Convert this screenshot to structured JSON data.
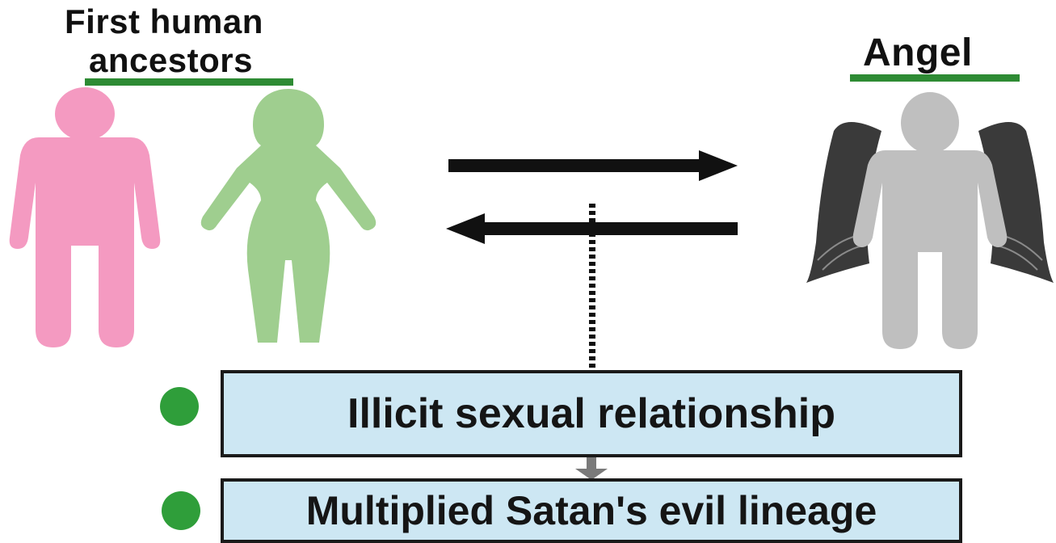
{
  "labels": {
    "human_line1": "First human",
    "human_line2": "ancestors",
    "angel": "Angel"
  },
  "boxes": [
    {
      "text": "Illicit sexual relationship"
    },
    {
      "text": "Multiplied Satan's evil lineage"
    }
  ],
  "figures": {
    "man": "man-figure-icon",
    "woman": "woman-figure-icon",
    "angel": "winged-angel-icon"
  },
  "colors": {
    "man": "#f49ac1",
    "woman": "#9fce8f",
    "angel_body": "#bfbfbf",
    "angel_wings": "#3a3a3a",
    "underline": "#2e8b34",
    "bullet": "#2f9e3a",
    "box_fill": "#cde7f3",
    "arrow": "#111111",
    "down_arrow": "#7a7a7a"
  }
}
